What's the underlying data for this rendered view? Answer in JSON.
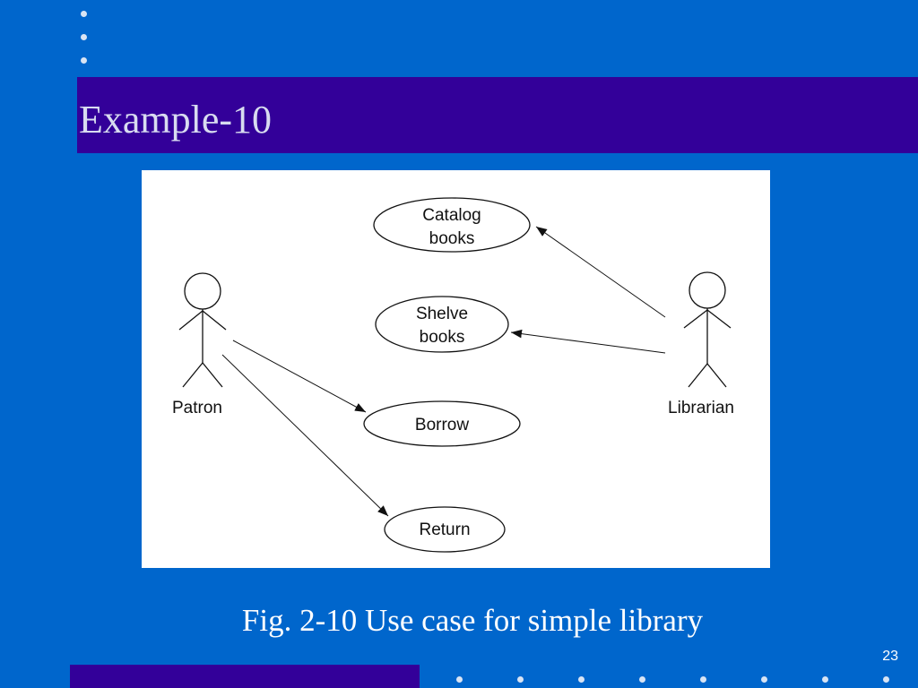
{
  "slide": {
    "title": "Example-10",
    "caption": "Fig. 2-10 Use case for simple library",
    "page_number": "23"
  },
  "colors": {
    "background": "#0066cc",
    "title_bar": "#330099",
    "title_text": "#d8dcf0",
    "caption_text": "#ffffff",
    "diagram_background": "#ffffff"
  },
  "diagram": {
    "actors": [
      {
        "id": "patron",
        "label": "Patron"
      },
      {
        "id": "librarian",
        "label": "Librarian"
      }
    ],
    "use_cases": [
      {
        "id": "catalog-books",
        "lines": [
          "Catalog",
          "books"
        ]
      },
      {
        "id": "shelve-books",
        "lines": [
          "Shelve",
          "books"
        ]
      },
      {
        "id": "borrow",
        "lines": [
          "Borrow"
        ]
      },
      {
        "id": "return",
        "lines": [
          "Return"
        ]
      }
    ],
    "associations": [
      {
        "from": "librarian",
        "to": "catalog-books"
      },
      {
        "from": "librarian",
        "to": "shelve-books"
      },
      {
        "from": "patron",
        "to": "borrow"
      },
      {
        "from": "patron",
        "to": "return"
      }
    ]
  }
}
